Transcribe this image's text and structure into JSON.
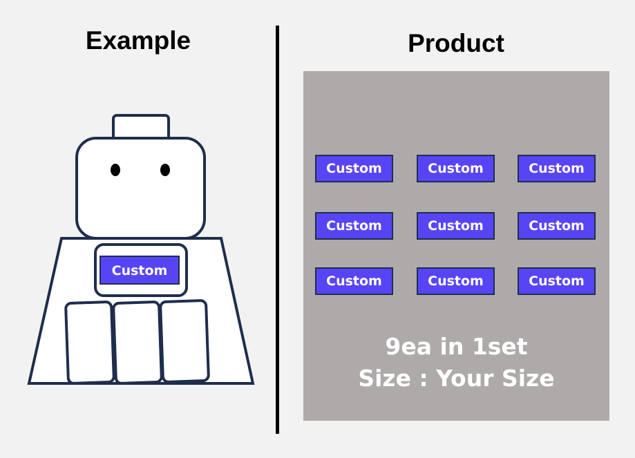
{
  "example": {
    "title": "Example",
    "tag_label": "Custom"
  },
  "product": {
    "title": "Product",
    "tags": [
      "Custom",
      "Custom",
      "Custom",
      "Custom",
      "Custom",
      "Custom",
      "Custom",
      "Custom",
      "Custom"
    ],
    "quantity_text": "9ea in 1set",
    "size_text": "Size : Your Size"
  },
  "colors": {
    "background": "#f2f2f2",
    "outline": "#1f2d4d",
    "tag_fill": "#5745f5",
    "panel_fill": "#aeaaaa",
    "text_white": "#ffffff"
  }
}
